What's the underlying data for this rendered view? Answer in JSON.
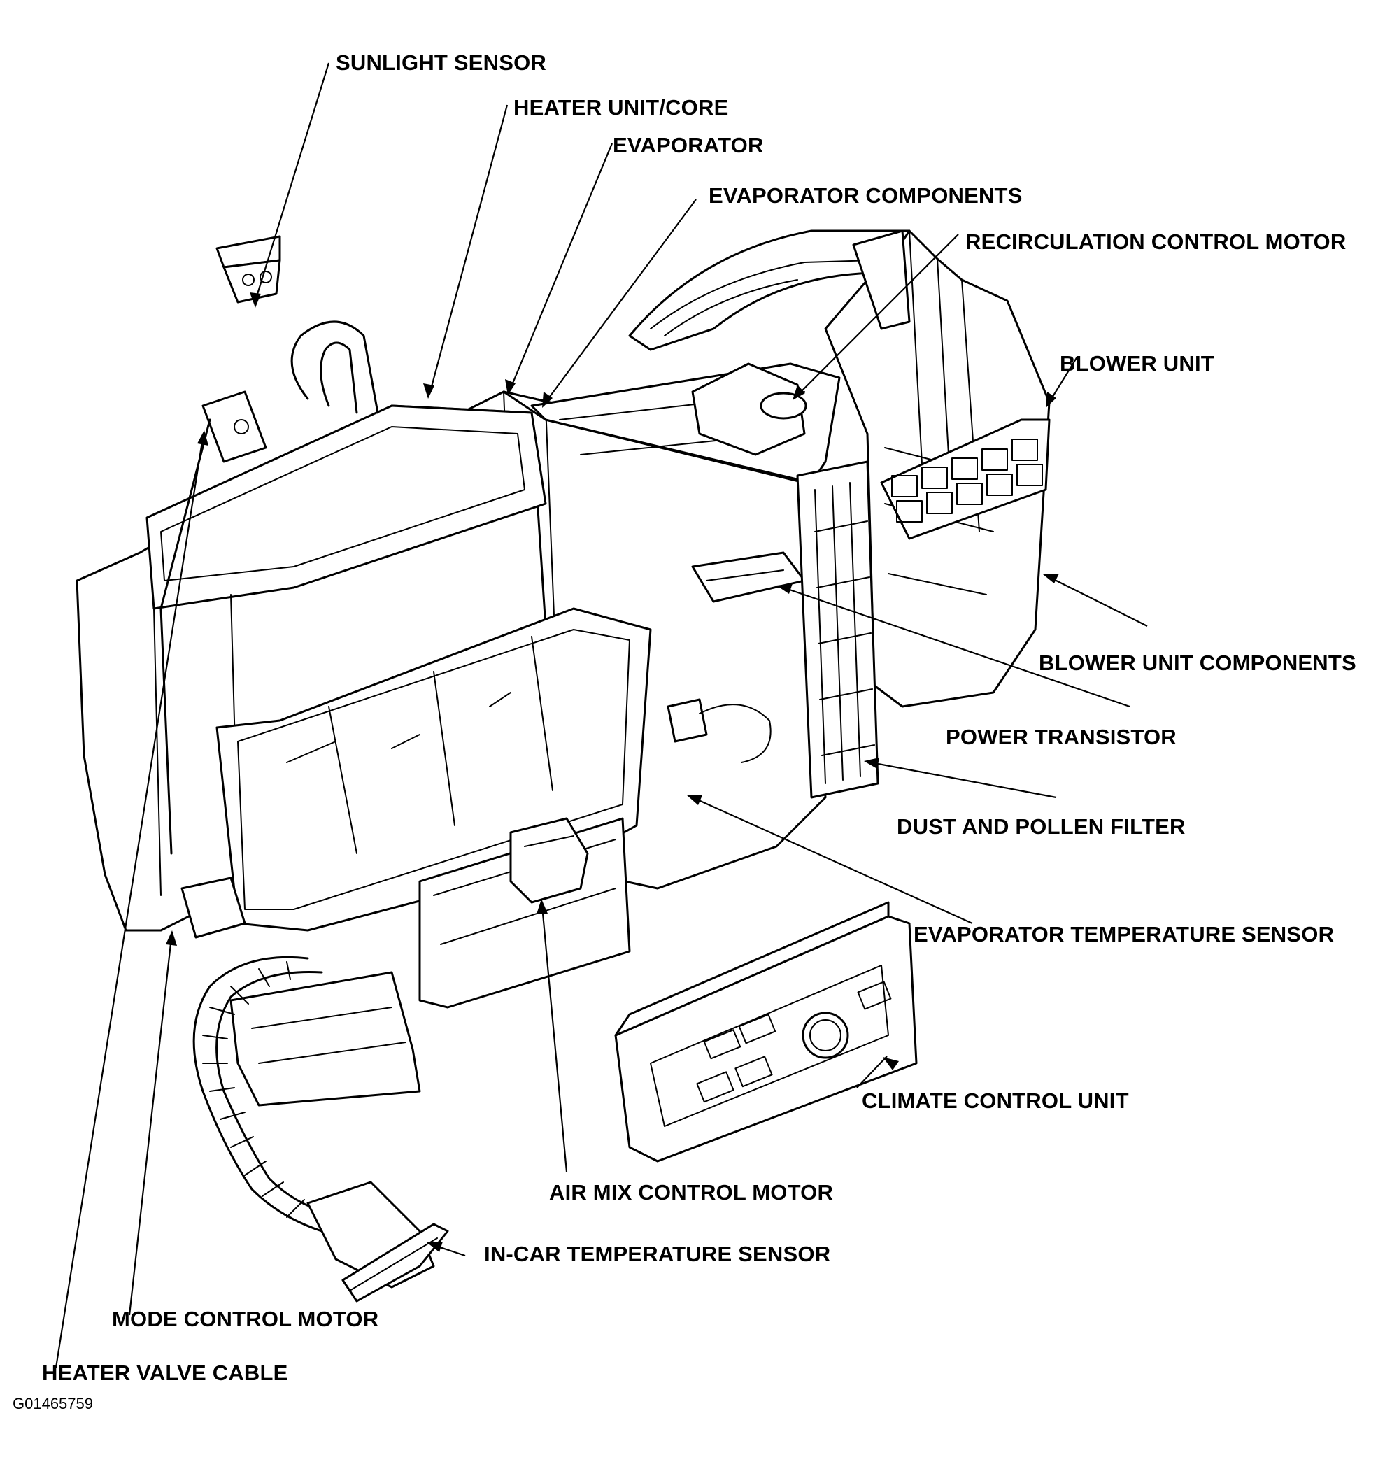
{
  "labels": {
    "sunlight_sensor": "SUNLIGHT SENSOR",
    "heater_unit_core": "HEATER UNIT/CORE",
    "evaporator": "EVAPORATOR",
    "evaporator_components": "EVAPORATOR COMPONENTS",
    "recirculation_control_motor": "RECIRCULATION CONTROL MOTOR",
    "blower_unit": "BLOWER UNIT",
    "blower_unit_components": "BLOWER UNIT COMPONENTS",
    "power_transistor": "POWER TRANSISTOR",
    "dust_and_pollen_filter": "DUST AND POLLEN FILTER",
    "evaporator_temperature_sensor": "EVAPORATOR TEMPERATURE SENSOR",
    "climate_control_unit": "CLIMATE CONTROL UNIT",
    "air_mix_control_motor": "AIR MIX CONTROL MOTOR",
    "in_car_temperature_sensor": "IN-CAR TEMPERATURE SENSOR",
    "mode_control_motor": "MODE CONTROL MOTOR",
    "heater_valve_cable": "HEATER VALVE CABLE"
  },
  "figure_code": "G01465759"
}
